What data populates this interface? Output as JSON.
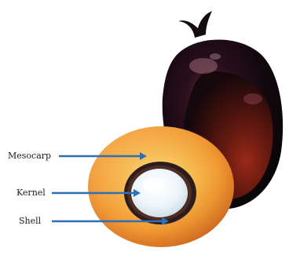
{
  "labels": {
    "mesocarp": "Mesocarp",
    "kernel": "Kernel",
    "shell": "Shell"
  },
  "colors": {
    "arrow": "#2f6fb4",
    "mesocarp": "#f2a23a",
    "kernel": "#e9f1f6",
    "shell": "#2c1c1b",
    "fruit_dark": "#1a0e14",
    "fruit_red": "#7a1f12"
  }
}
